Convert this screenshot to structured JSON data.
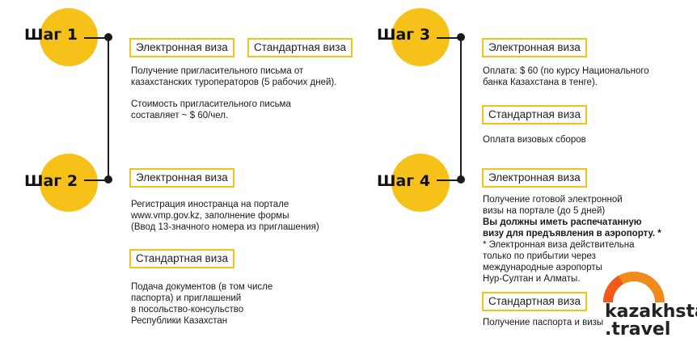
{
  "steps": {
    "s1": {
      "label": "Шаг 1"
    },
    "s2": {
      "label": "Шаг 2"
    },
    "s3": {
      "label": "Шаг 3"
    },
    "s4": {
      "label": "Шаг 4"
    }
  },
  "tags": {
    "evisa": "Электронная виза",
    "stdvisa": "Стандартная виза"
  },
  "texts": {
    "s1_desc1": "Получение пригласительного письма от\nказахстанских туроператоров (5 рабочих дней).",
    "s1_desc2": "Стоимость пригласительного письма\nсоставляет ~ $ 60/чел.",
    "s2_evisa": "Регистрация иностранца на портале\nwww.vmp.gov.kz, заполнение формы\n(Ввод 13-значного номера из приглашения)",
    "s2_std": "Подача документов (в том числе\nпаспорта) и приглашений\nв посольство-консульство\nРеспублики Казахстан",
    "s3_evisa": "Оплата: $ 60 (по курсу Национального\nбанка Казахстана в тенге).",
    "s3_std": "Оплата визовых сборов",
    "s4_evisa_a": "Получение готовой электронной\nвизы на портале (до 5 дней)",
    "s4_evisa_bold": "Вы должны иметь распечатанную\nвизу для предъявления в аэропорту. *",
    "s4_evisa_note": "* Электронная виза действительна\nтолько по прибытии через\nмеждународные аэропорты\nНур-Султан и Алматы.",
    "s4_std": "Получение паспорта и визы"
  },
  "logo": {
    "line1": "kazakhstan",
    "line2": ".travel"
  },
  "colors": {
    "accent": "#f6c21a",
    "logo_orange": "#f08a1c",
    "line": "#1a1a1a"
  }
}
